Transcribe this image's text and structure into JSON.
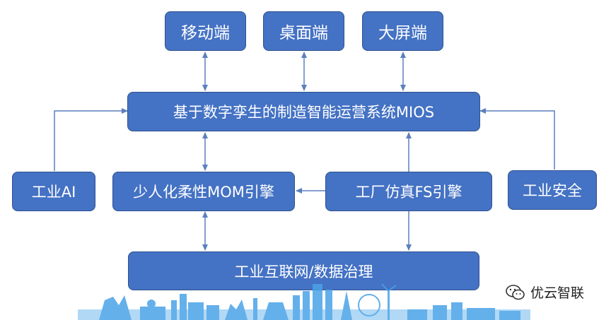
{
  "clients": [
    {
      "id": "mobile",
      "label": "移动端"
    },
    {
      "id": "desktop",
      "label": "桌面端"
    },
    {
      "id": "bigscreen",
      "label": "大屏端"
    }
  ],
  "platform": {
    "label": "基于数字孪生的制造智能运营系统MIOS"
  },
  "engines": {
    "ai": "工业AI",
    "mom": "少人化柔性MOM引擎",
    "fs": "工厂仿真FS引擎",
    "security": "工业安全"
  },
  "base": {
    "label": "工业互联网/数据治理"
  },
  "watermark": {
    "label": "优云智联",
    "icon": "wechat-icon"
  },
  "colors": {
    "box": "#4472c4",
    "border": "#2f528f",
    "line": "#5b7fbf",
    "skyline": "#4aa3e8"
  }
}
